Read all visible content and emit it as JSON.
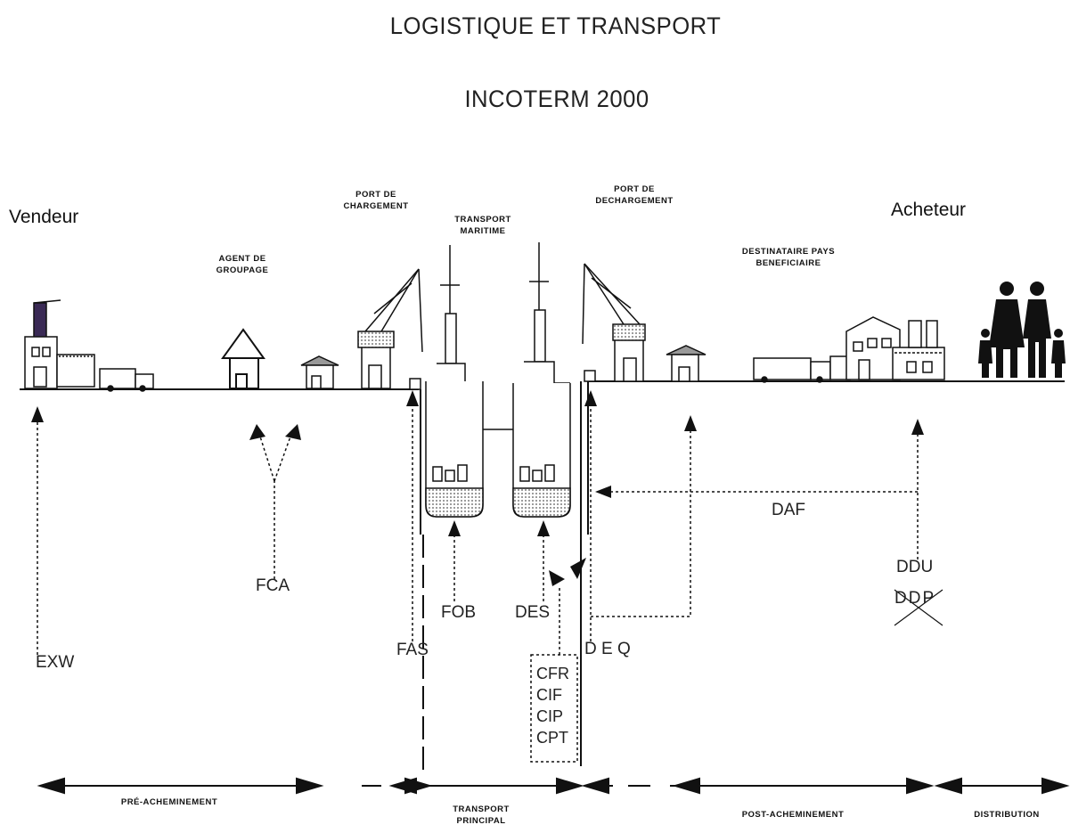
{
  "header": {
    "title": "LOGISTIQUE ET TRANSPORT",
    "subtitle": "INCOTERM 2000"
  },
  "parties": {
    "seller": "Vendeur",
    "buyer": "Acheteur"
  },
  "locations": {
    "groupage": "AGENT DE GROUPAGE",
    "port_loading": "PORT DE CHARGEMENT",
    "sea_transport": "TRANSPORT MARITIME",
    "port_unloading": "PORT DE DECHARGEMENT",
    "consignee": "DESTINATAIRE PAYS BENEFICIAIRE"
  },
  "incoterms": {
    "exw": "EXW",
    "fca": "FCA",
    "fas": "FAS",
    "fob": "FOB",
    "des": "DES",
    "deq": "D E Q",
    "daf": "DAF",
    "ddu": "DDU",
    "ddp": "DDP",
    "c_group": [
      "CFR",
      "CIF",
      "CIP",
      "CPT"
    ]
  },
  "phases": {
    "pre": "PRÉ-ACHEMINEMENT",
    "main": "TRANSPORT PRINCIPAL",
    "post": "POST-ACHEMINEMENT",
    "distribution": "DISTRIBUTION"
  }
}
